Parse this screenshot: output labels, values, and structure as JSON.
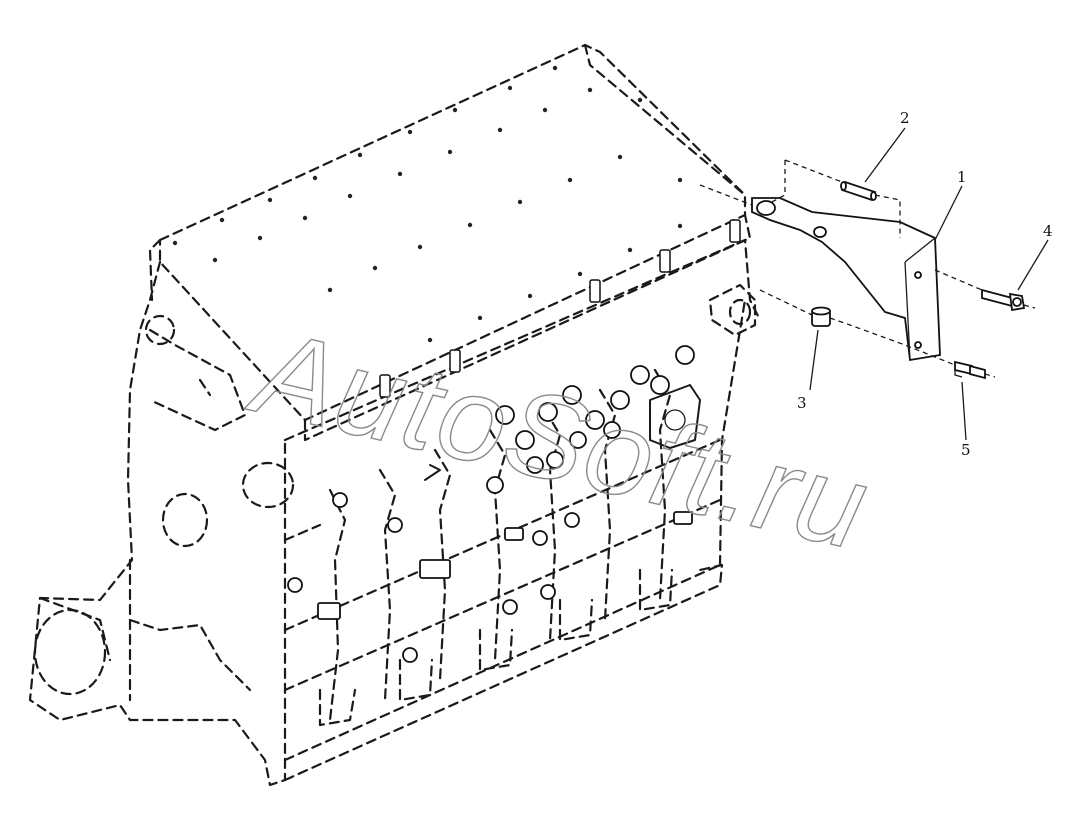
{
  "callouts": [
    {
      "id": "1",
      "label": "1"
    },
    {
      "id": "2",
      "label": "2"
    },
    {
      "id": "3",
      "label": "3"
    },
    {
      "id": "4",
      "label": "4"
    },
    {
      "id": "5",
      "label": "5"
    }
  ],
  "watermark": "AutoSoft.ru",
  "colors": {
    "line": "#1a1a1a",
    "background": "#ffffff",
    "watermark": "#8a8a8a"
  }
}
